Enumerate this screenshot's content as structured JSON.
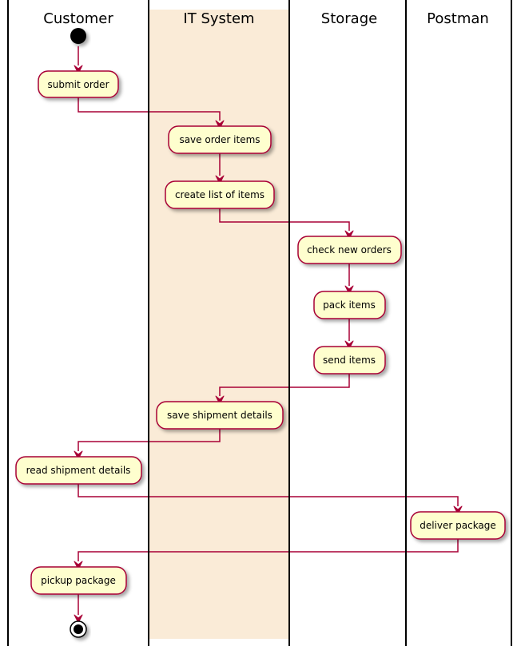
{
  "colors": {
    "node_fill": "#FEFECE",
    "node_border": "#A80036",
    "arrow": "#A80036",
    "lane_highlight": "#FAEBD7",
    "swimlane_border": "#000000",
    "start_end": "#000000"
  },
  "swimlanes": [
    {
      "id": "customer",
      "title": "Customer",
      "highlighted": false
    },
    {
      "id": "it",
      "title": "IT System",
      "highlighted": true
    },
    {
      "id": "storage",
      "title": "Storage",
      "highlighted": false
    },
    {
      "id": "postman",
      "title": "Postman",
      "highlighted": false
    }
  ],
  "activities": [
    {
      "id": "submit",
      "lane": "customer",
      "label": "submit order"
    },
    {
      "id": "save_items",
      "lane": "it",
      "label": "save order items"
    },
    {
      "id": "create_list",
      "lane": "it",
      "label": "create list of items"
    },
    {
      "id": "check",
      "lane": "storage",
      "label": "check new orders"
    },
    {
      "id": "pack",
      "lane": "storage",
      "label": "pack items"
    },
    {
      "id": "send",
      "lane": "storage",
      "label": "send items"
    },
    {
      "id": "save_ship",
      "lane": "it",
      "label": "save shipment details"
    },
    {
      "id": "read_ship",
      "lane": "customer",
      "label": "read shipment details"
    },
    {
      "id": "deliver",
      "lane": "postman",
      "label": "deliver package"
    },
    {
      "id": "pickup",
      "lane": "customer",
      "label": "pickup package"
    }
  ],
  "flow": [
    "start",
    "submit",
    "save_items",
    "create_list",
    "check",
    "pack",
    "send",
    "save_ship",
    "read_ship",
    "deliver",
    "pickup",
    "end"
  ]
}
